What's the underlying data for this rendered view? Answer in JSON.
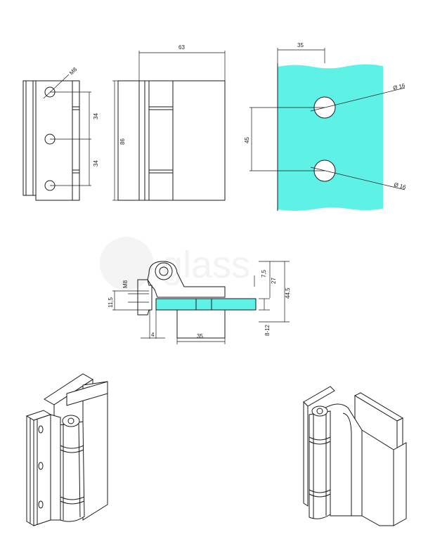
{
  "drawing": {
    "front_view": {
      "thread_label": "M8",
      "hole_spacing_1": "34",
      "hole_spacing_2": "34",
      "height": "86"
    },
    "side_view": {
      "width": "63"
    },
    "glass_view": {
      "edge_offset": "35",
      "hole_diameter_top": "Ø 16",
      "hole_diameter_bottom": "Ø 16",
      "hole_spacing": "45",
      "glass_color": "#5ef2e6"
    },
    "section_view": {
      "thread_label": "M8",
      "dim_11_5": "11,5",
      "dim_7_5": "7,5",
      "dim_27": "27",
      "dim_44_5": "44,5",
      "dim_glass": "8-12",
      "dim_4": "4",
      "dim_35": "35",
      "glass_color": "#5ef2e6"
    }
  }
}
